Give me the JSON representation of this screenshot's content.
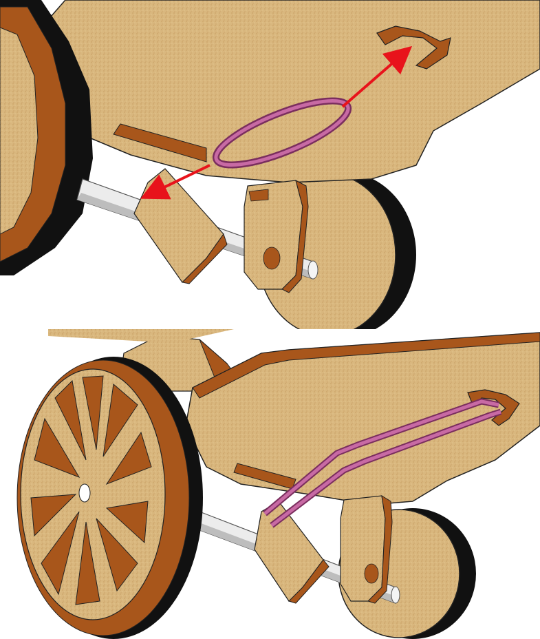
{
  "figure": {
    "panels": [
      {
        "id": "top",
        "step": "before",
        "description_hidden": true
      },
      {
        "id": "bottom",
        "step": "after",
        "description_hidden": true
      }
    ]
  },
  "colors": {
    "wood_face": "#d9b77e",
    "wood_face_dark": "#c9a46a",
    "wood_edge": "#a8561b",
    "wood_edge_dark": "#7a3c10",
    "tire": "#111111",
    "axle": "#e8e8e8",
    "axle_shade": "#b5b5b5",
    "rubber_band": "#a0457f",
    "rubber_band_light": "#c86aa4",
    "arrow": "#e8131b"
  },
  "icons": {
    "arrow": "double-headed-arrow",
    "band": "rubber-band"
  }
}
